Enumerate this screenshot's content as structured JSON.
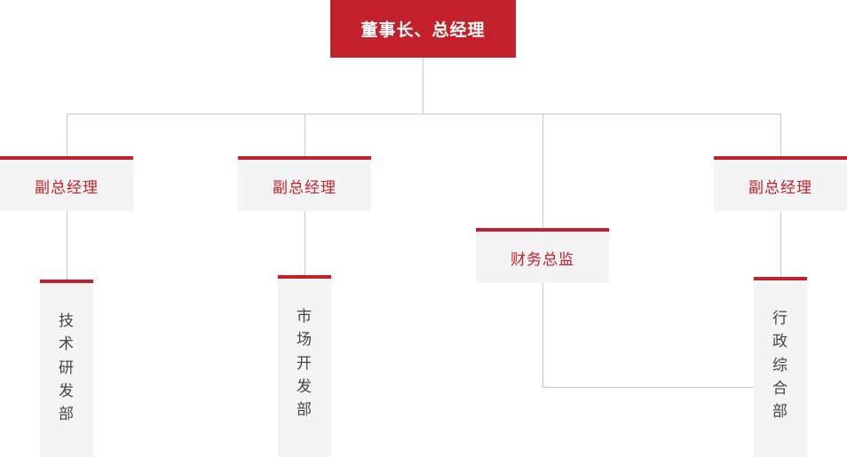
{
  "chart": {
    "type": "org-chart",
    "title": "",
    "colors": {
      "accent_red": "#C2202A",
      "node_background": "#F4F4F4",
      "connector_line": "#C9C9C9",
      "root_text": "#FFFFFF",
      "mid_text": "#C2202A",
      "dept_text": "#444444",
      "page_background": "#FFFFFF"
    },
    "root": {
      "label": "董事长、总经理"
    },
    "level2": [
      {
        "label": "副总经理"
      },
      {
        "label": "副总经理"
      },
      {
        "label": "财务总监"
      },
      {
        "label": "副总经理"
      }
    ],
    "level3": [
      {
        "label": "技术研发部",
        "chars": [
          "技",
          "术",
          "研",
          "发",
          "部"
        ]
      },
      {
        "label": "市场开发部",
        "chars": [
          "市",
          "场",
          "开",
          "发",
          "部"
        ]
      },
      {
        "label": "行政综合部",
        "chars": [
          "行",
          "政",
          "综",
          "合",
          "部"
        ]
      }
    ]
  }
}
